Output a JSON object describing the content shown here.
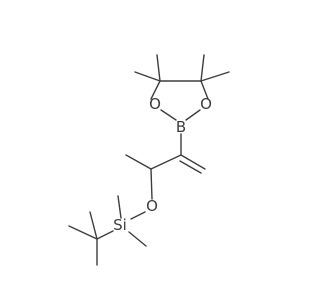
{
  "structure": {
    "atoms": {
      "o_ring_left": "O",
      "o_ring_right": "O",
      "boron": "B",
      "o_ether": "O",
      "silicon": "Si"
    },
    "colors": {
      "bond": "#3d3d3d",
      "label": "#3d3d3d",
      "background": "#ffffff"
    }
  }
}
